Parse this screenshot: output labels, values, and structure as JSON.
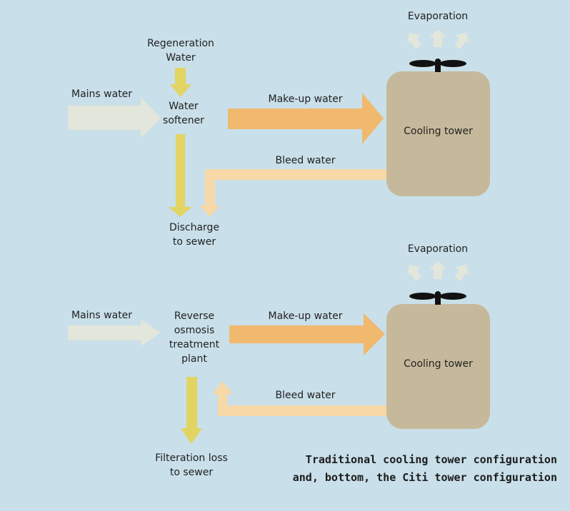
{
  "colors": {
    "background": "#c9dfe9",
    "mains_arrow": "#e3e6da",
    "makeup_arrow": "#f0b96e",
    "bleed_arrow": "#f6d9a6",
    "discharge_arrow": "#e2d462",
    "tower": "#c6b99b",
    "fan": "#111111",
    "evaporation": "#e3e6da"
  },
  "top": {
    "mains_label": "Mains water",
    "regen_label_1": "Regeneration",
    "regen_label_2": "Water",
    "softener_label_1": "Water",
    "softener_label_2": "softener",
    "makeup_label": "Make-up water",
    "bleed_label": "Bleed water",
    "discharge_label_1": "Discharge",
    "discharge_label_2": "to sewer",
    "evaporation_label": "Evaporation",
    "tower_label": "Cooling tower"
  },
  "bottom": {
    "mains_label": "Mains water",
    "ro_label_1": "Reverse",
    "ro_label_2": "osmosis",
    "ro_label_3": "treatment",
    "ro_label_4": "plant",
    "makeup_label": "Make-up water",
    "bleed_label": "Bleed water",
    "filter_label_1": "Filteration loss",
    "filter_label_2": "to sewer",
    "evaporation_label": "Evaporation",
    "tower_label": "Cooling tower"
  },
  "caption": {
    "line1": "Traditional cooling tower configuration",
    "line2": "and, bottom, the Citi tower configuration"
  }
}
